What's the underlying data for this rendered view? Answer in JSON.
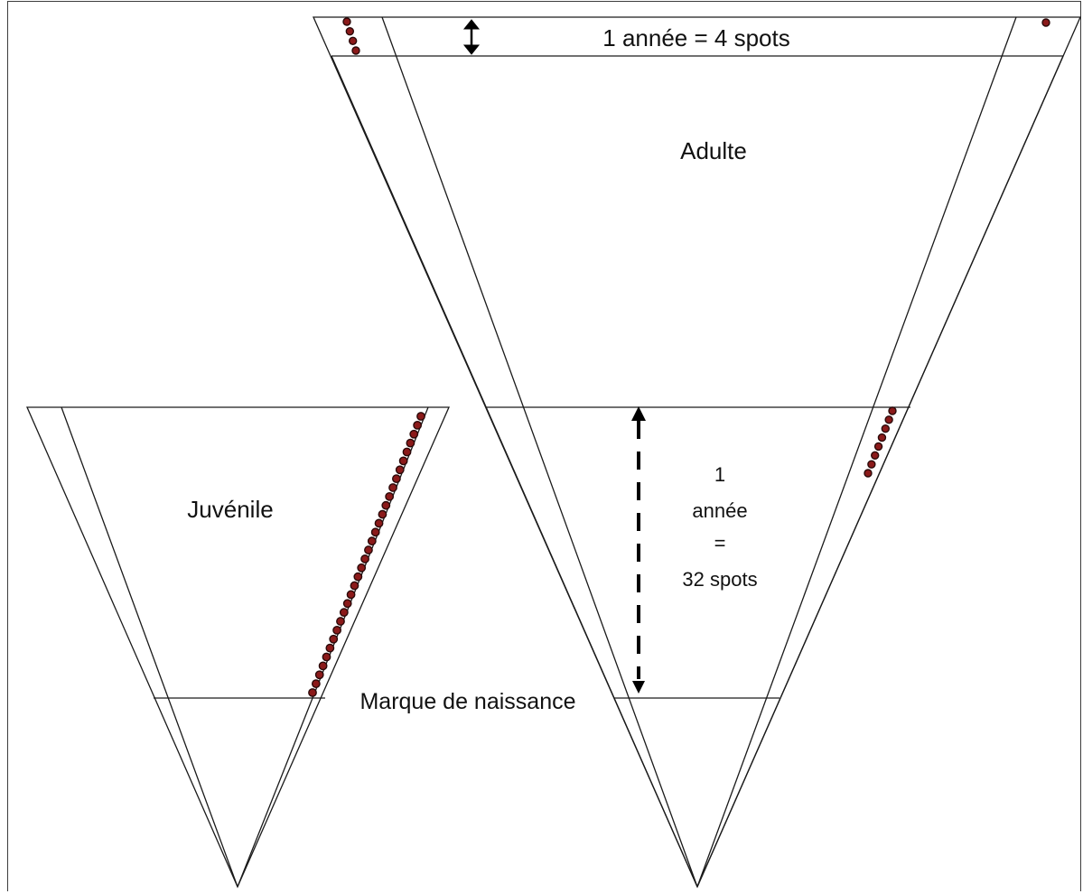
{
  "labels": {
    "adult_scale": "1 année = 4 spots",
    "adult": "Adulte",
    "juvenile": "Juvénile",
    "juvenile_scale_line1": "1",
    "juvenile_scale_line2": "année",
    "juvenile_scale_line3": "=",
    "juvenile_scale_line4": "32 spots",
    "birth_mark": "Marque de naissance"
  },
  "colors": {
    "stroke": "#1a1a1a",
    "spot_fill": "#8b1a1a",
    "spot_stroke": "#2b0a0a",
    "text": "#111111"
  }
}
